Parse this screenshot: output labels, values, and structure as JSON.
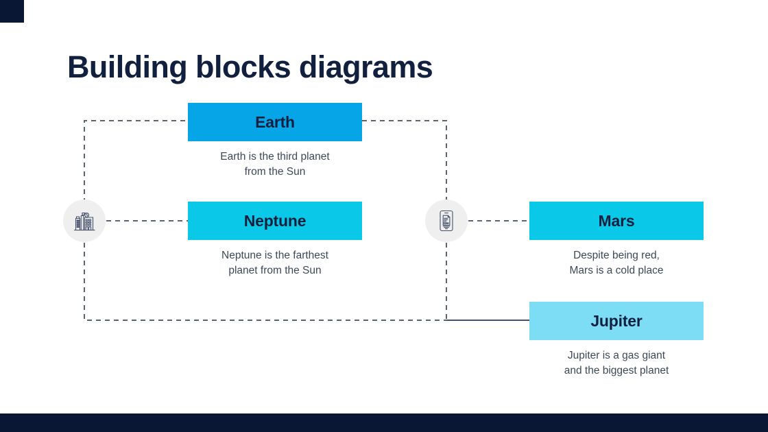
{
  "slide": {
    "title": "Building blocks diagrams",
    "background_color": "#ffffff",
    "accent_dark": "#0a1734",
    "title_color": "#12203f",
    "description_color": "#3c4858",
    "connector_color": "#5a6372"
  },
  "nodes": [
    {
      "id": "earth",
      "label": "Earth",
      "description": "Earth is the third planet\nfrom the Sun",
      "color": "#06a5e8"
    },
    {
      "id": "neptune",
      "label": "Neptune",
      "description": "Neptune is the farthest\nplanet from the Sun",
      "color": "#0ac8e8"
    },
    {
      "id": "mars",
      "label": "Mars",
      "description": "Despite being red,\nMars is a cold place",
      "color": "#0ac8e8"
    },
    {
      "id": "jupiter",
      "label": "Jupiter",
      "description": "Jupiter is a gas giant\nand the biggest planet",
      "color": "#7cddf5"
    }
  ],
  "icons": [
    {
      "id": "buildings",
      "name": "buildings-icon",
      "badge_color": "#efeff0",
      "stroke_color": "#46506a"
    },
    {
      "id": "phone",
      "name": "mobile-phone-icon",
      "badge_color": "#efeff0",
      "stroke_color": "#46506a"
    }
  ],
  "connectors": {
    "style": "dashed",
    "accent_style": "solid",
    "color": "#5a6372"
  }
}
